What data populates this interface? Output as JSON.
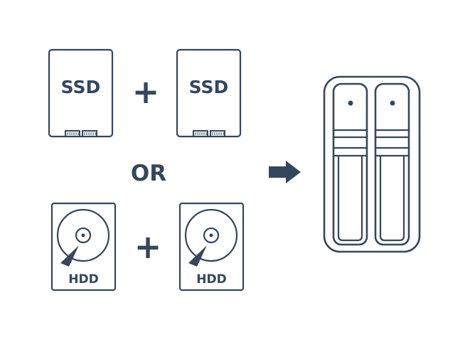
{
  "ssd_label": "SSD",
  "hdd_label": "HDD",
  "plus_label": "+",
  "or_label": "OR",
  "icons": {
    "ssd": "ssd-drive-icon",
    "hdd": "hard-disk-drive-icon",
    "arrow": "right-arrow-icon",
    "nas": "two-bay-nas-enclosure-icon"
  },
  "colors": {
    "stroke": "#34475d",
    "background": "#ffffff"
  }
}
